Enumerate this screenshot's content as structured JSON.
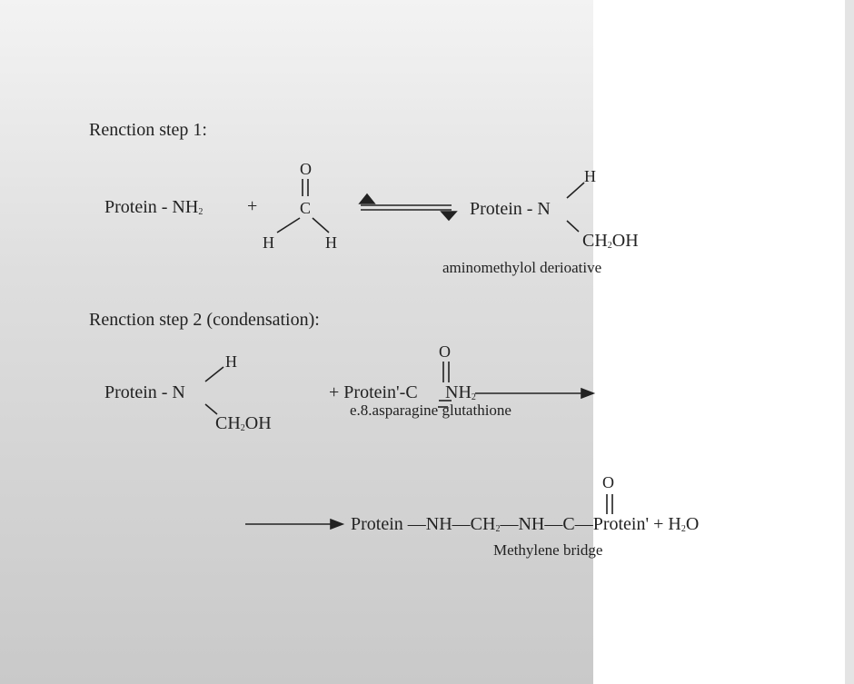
{
  "step1": {
    "heading": "Renction step 1:",
    "reactant1": "Protein - NH",
    "reactant1_sub": "2",
    "plus": "+",
    "formaldehyde": {
      "o": "O",
      "c": "C",
      "h_left": "H",
      "h_right": "H"
    },
    "product": "Protein - N",
    "product_h": "H",
    "product_ch": "CH",
    "product_sub": "2",
    "product_oh": "OH",
    "product_label": "aminomethylol derioative"
  },
  "step2": {
    "heading": "Renction step 2 (condensation):",
    "reactant1": "Protein - N",
    "reactant1_h": "H",
    "reactant1_ch": "CH",
    "reactant1_sub": "2",
    "reactant1_oh": "OH",
    "reactant2_o": "O",
    "reactant2": "+ Protein'-C",
    "reactant2_nh": "NH",
    "reactant2_sub": "2",
    "reactant2_example": "e.8.asparagine glutathione"
  },
  "step3": {
    "product_a": "Protein",
    "product_b": "NH",
    "product_c": "CH",
    "product_c_sub": "2",
    "product_d": "NH",
    "product_e": "C",
    "product_o": "O",
    "product_f": "Protein'",
    "plus": "+",
    "water_h": "H",
    "water_sub": "2",
    "water_o": "O",
    "label": "Methylene bridge"
  }
}
